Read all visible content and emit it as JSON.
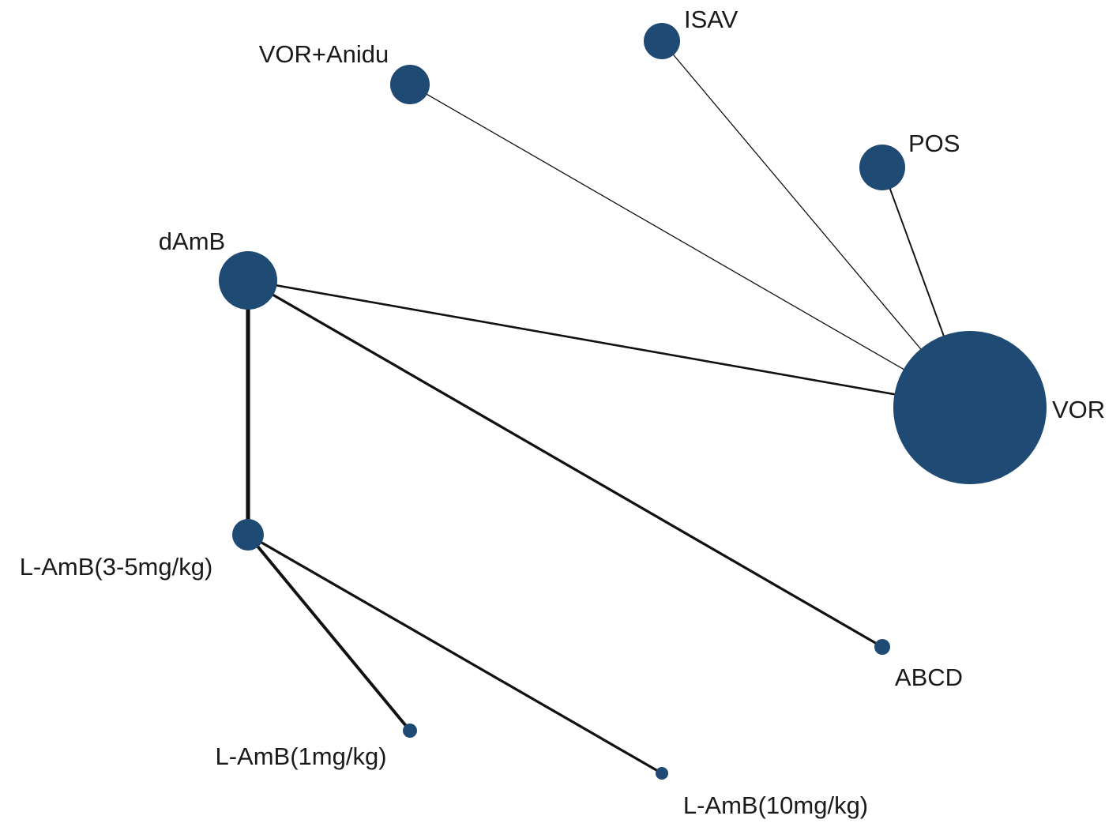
{
  "colors": {
    "node": "#1f4a73",
    "edge": "#111111",
    "label": "#1a1a1a",
    "background": "#ffffff"
  },
  "nodes": [
    {
      "id": "vor",
      "label": "VOR",
      "size": 10
    },
    {
      "id": "dAmB",
      "label": "dAmB",
      "size": 4
    },
    {
      "id": "isav",
      "label": "ISAV",
      "size": 2
    },
    {
      "id": "pos",
      "label": "POS",
      "size": 2.5
    },
    {
      "id": "vor_anidu",
      "label": "VOR+Anidu",
      "size": 2
    },
    {
      "id": "lamb35",
      "label": "L-AmB(3-5mg/kg)",
      "size": 2
    },
    {
      "id": "abcd",
      "label": "ABCD",
      "size": 1
    },
    {
      "id": "lamb1",
      "label": "L-AmB(1mg/kg)",
      "size": 1
    },
    {
      "id": "lamb10",
      "label": "L-AmB(10mg/kg)",
      "size": 1
    }
  ],
  "edges": [
    {
      "from": "vor_anidu",
      "to": "vor",
      "weight": 1
    },
    {
      "from": "isav",
      "to": "vor",
      "weight": 1
    },
    {
      "from": "pos",
      "to": "vor",
      "weight": 1.5
    },
    {
      "from": "dAmB",
      "to": "vor",
      "weight": 2
    },
    {
      "from": "dAmB",
      "to": "abcd",
      "weight": 2.5
    },
    {
      "from": "dAmB",
      "to": "lamb35",
      "weight": 4
    },
    {
      "from": "lamb35",
      "to": "lamb1",
      "weight": 3
    },
    {
      "from": "lamb35",
      "to": "lamb10",
      "weight": 2.5
    }
  ]
}
